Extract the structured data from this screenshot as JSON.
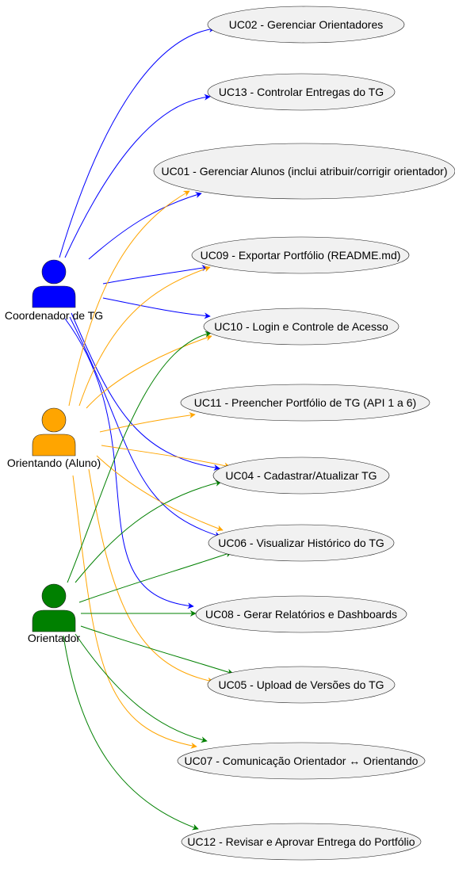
{
  "colors": {
    "coordenador": "#0000ff",
    "orientando": "#ffa500",
    "orientador": "#008000",
    "usecase_fill": "#f1f1f1",
    "usecase_stroke": "#181818"
  },
  "actors": [
    {
      "id": "coordenador",
      "label": "Coordenador de TG",
      "color": "#0000ff"
    },
    {
      "id": "orientando",
      "label": "Orientando (Aluno)",
      "color": "#ffa500"
    },
    {
      "id": "orientador",
      "label": "Orientador",
      "color": "#008000"
    }
  ],
  "usecases": [
    {
      "id": "UC02",
      "label": "UC02 - Gerenciar Orientadores"
    },
    {
      "id": "UC13",
      "label": "UC13 - Controlar Entregas do TG"
    },
    {
      "id": "UC01",
      "label": "UC01 - Gerenciar Alunos (inclui atribuir/corrigir orientador)"
    },
    {
      "id": "UC09",
      "label": "UC09 - Exportar Portfólio (README.md)"
    },
    {
      "id": "UC10",
      "label": "UC10 - Login e Controle de Acesso"
    },
    {
      "id": "UC11",
      "label": "UC11 - Preencher Portfólio de TG (API 1 a 6)"
    },
    {
      "id": "UC04",
      "label": "UC04 - Cadastrar/Atualizar TG"
    },
    {
      "id": "UC06",
      "label": "UC06 - Visualizar Histórico do TG"
    },
    {
      "id": "UC08",
      "label": "UC08 - Gerar Relatórios e Dashboards"
    },
    {
      "id": "UC05",
      "label": "UC05 - Upload de Versões do TG"
    },
    {
      "id": "UC07",
      "label": "UC07 - Comunicação Orientador ↔ Orientando"
    },
    {
      "id": "UC12",
      "label": "UC12 - Revisar e Aprovar Entrega do Portfólio"
    }
  ],
  "associations": [
    {
      "from": "coordenador",
      "to": "UC02"
    },
    {
      "from": "coordenador",
      "to": "UC13"
    },
    {
      "from": "coordenador",
      "to": "UC01"
    },
    {
      "from": "coordenador",
      "to": "UC09"
    },
    {
      "from": "coordenador",
      "to": "UC10"
    },
    {
      "from": "coordenador",
      "to": "UC04"
    },
    {
      "from": "coordenador",
      "to": "UC06"
    },
    {
      "from": "coordenador",
      "to": "UC08"
    },
    {
      "from": "orientando",
      "to": "UC01"
    },
    {
      "from": "orientando",
      "to": "UC09"
    },
    {
      "from": "orientando",
      "to": "UC10"
    },
    {
      "from": "orientando",
      "to": "UC11"
    },
    {
      "from": "orientando",
      "to": "UC04"
    },
    {
      "from": "orientando",
      "to": "UC06"
    },
    {
      "from": "orientando",
      "to": "UC05"
    },
    {
      "from": "orientando",
      "to": "UC07"
    },
    {
      "from": "orientador",
      "to": "UC10"
    },
    {
      "from": "orientador",
      "to": "UC04"
    },
    {
      "from": "orientador",
      "to": "UC06"
    },
    {
      "from": "orientador",
      "to": "UC08"
    },
    {
      "from": "orientador",
      "to": "UC05"
    },
    {
      "from": "orientador",
      "to": "UC07"
    },
    {
      "from": "orientador",
      "to": "UC12"
    }
  ]
}
